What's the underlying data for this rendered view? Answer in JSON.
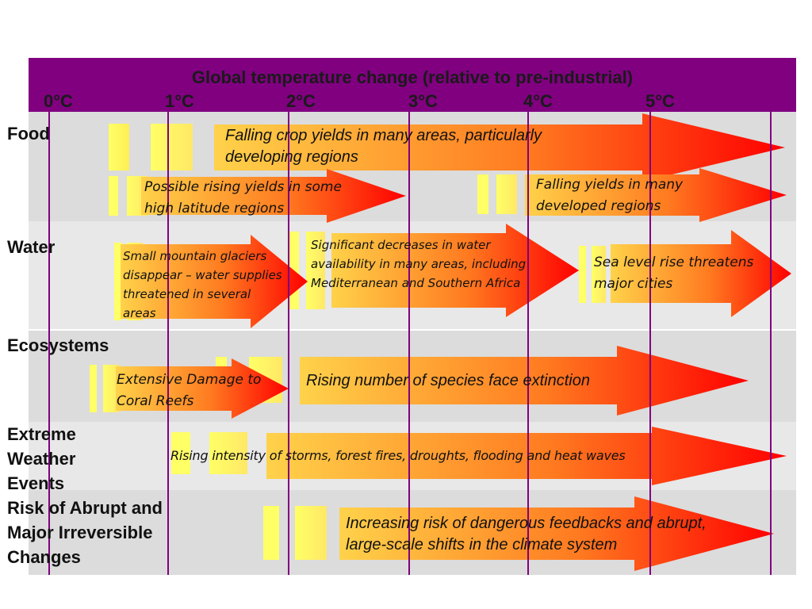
{
  "header": {
    "title": "Global temperature change (relative to pre-industrial)",
    "temps": [
      "0°C",
      "1°C",
      "2°C",
      "3°C",
      "4°C",
      "5°C"
    ]
  },
  "rows": [
    {
      "label": "Food"
    },
    {
      "label": "Water"
    },
    {
      "label": "Ecosystems"
    },
    {
      "label": "Extreme\nWeather\nEvents"
    },
    {
      "label": "Risk of Abrupt and\nMajor Irreversible\nChanges"
    }
  ],
  "impacts": {
    "food_falling_crop": "Falling crop yields in many areas, particularly developing regions",
    "food_rising_yields": "Possible rising yields in some high latitude regions",
    "food_falling_developed": "Falling yields in many developed regions",
    "water_glaciers": "Small mountain glaciers disappear  – water supplies threatened in several areas",
    "water_decreases": "Significant decreases in water availability in many areas, including Mediterranean and Southern Africa",
    "water_sea_level": "Sea level rise threatens major cities",
    "eco_coral": "Extensive Damage to Coral Reefs",
    "eco_species": "Rising number of species face extinction",
    "weather_storms": "Rising intensity of storms, forest fires, droughts, flooding and heat waves",
    "abrupt_feedbacks": "Increasing risk of dangerous feedbacks and abrupt, large-scale shifts in the climate system"
  },
  "colors": {
    "header": "#800080",
    "row_dark": "#dcdcdc",
    "row_light": "#e8e8e8",
    "arrow_start": "#ffd24a",
    "arrow_end": "#ff0000",
    "bar_yellow": "#ffff66"
  }
}
